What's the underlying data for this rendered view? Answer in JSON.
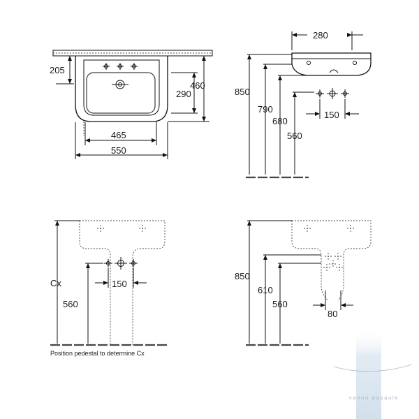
{
  "views": {
    "top": {
      "dims": [
        "205",
        "290",
        "460",
        "465",
        "550"
      ]
    },
    "side_top": {
      "dims": [
        "280",
        "850",
        "790",
        "680",
        "560",
        "150"
      ]
    },
    "front": {
      "dims": [
        "Cx",
        "560",
        "150"
      ],
      "note": "Position pedestal to determine Cx"
    },
    "side_bottom": {
      "dims": [
        "850",
        "610",
        "560",
        "80"
      ]
    }
  },
  "watermark": {
    "text": "vannu pasaule",
    "color": "#9fb2c2"
  },
  "colors": {
    "line": "#111111",
    "watermark_bar": "#dfe9f2"
  }
}
